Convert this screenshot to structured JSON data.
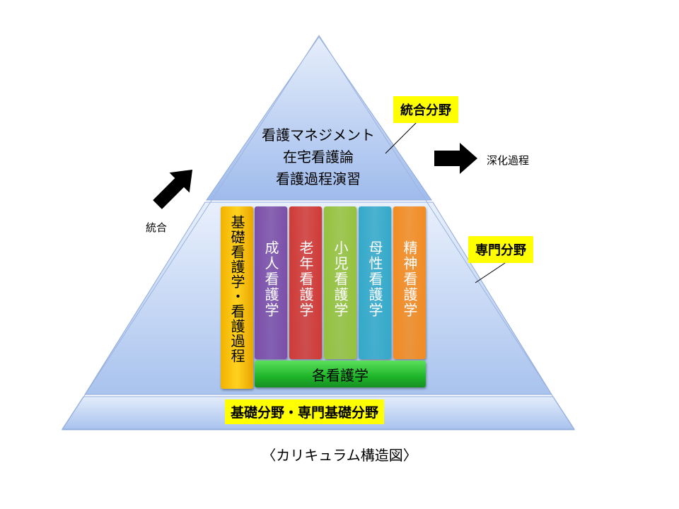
{
  "top_subjects": [
    "看護マネジメント",
    "在宅看護論",
    "看護過程演習"
  ],
  "callouts": {
    "integrated": "統合分野",
    "specialized": "専門分野"
  },
  "arrows": {
    "left_label": "統合",
    "right_label": "深化過程"
  },
  "basic_column": "基礎看護学・看護過程",
  "columns": [
    {
      "label": "成人看護学",
      "color": "#7b4fa8"
    },
    {
      "label": "老年看護学",
      "color": "#d03a36"
    },
    {
      "label": "小児看護学",
      "color": "#95c23e"
    },
    {
      "label": "母性看護学",
      "color": "#34a9c9"
    },
    {
      "label": "精神看護学",
      "color": "#f28b22"
    }
  ],
  "green_bar": "各看護学",
  "base_label": "基礎分野・専門基礎分野",
  "caption": "〈カリキュラム構造図〉",
  "colors": {
    "pyramid_fill": "#b8cdf2",
    "pyramid_stroke": "#7d9ccf",
    "highlight": "#ffff00"
  }
}
